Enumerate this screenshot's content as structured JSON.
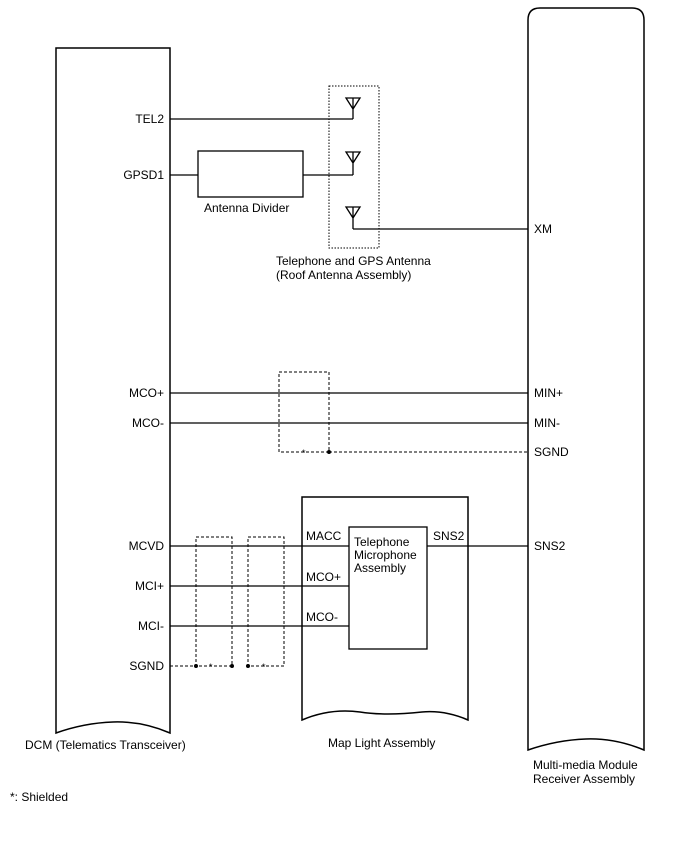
{
  "components": {
    "dcm": "DCM (Telematics Transceiver)",
    "multimedia_line1": "Multi-media Module",
    "multimedia_line2": "Receiver Assembly",
    "map_light": "Map Light Assembly",
    "antenna_divider": "Antenna Divider",
    "antenna_line1": "Telephone and GPS Antenna",
    "antenna_line2": "(Roof Antenna Assembly)",
    "mic_line1": "Telephone",
    "mic_line2": "Microphone",
    "mic_line3": "Assembly"
  },
  "dcm_pins": {
    "tel2": "TEL2",
    "gpsd1": "GPSD1",
    "mco_plus": "MCO+",
    "mco_minus": "MCO-",
    "mcvd": "MCVD",
    "mci_plus": "MCI+",
    "mci_minus": "MCI-",
    "sgnd": "SGND"
  },
  "multimedia_pins": {
    "xm": "XM",
    "min_plus": "MIN+",
    "min_minus": "MIN-",
    "sgnd": "SGND",
    "sns2": "SNS2"
  },
  "map_light_pins": {
    "macc": "MACC",
    "mco_plus": "MCO+",
    "mco_minus": "MCO-",
    "sns2": "SNS2"
  },
  "shield_marks": {
    "mark1": "*",
    "mark2": "*",
    "mark3": "*"
  },
  "legend": "*: Shielded"
}
